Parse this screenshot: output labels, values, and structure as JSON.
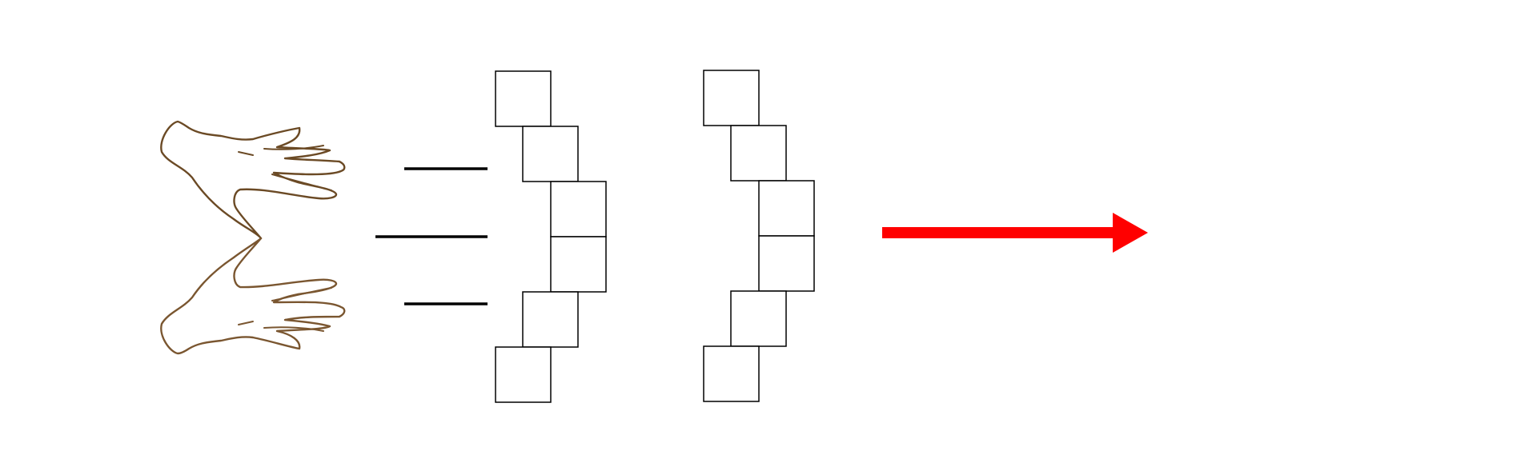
{
  "diagram": {
    "icons": [
      "hand-icon",
      "hand-icon"
    ],
    "colors": {
      "background": "#ffffff",
      "box_stroke": "#000000",
      "line_stroke": "#000000",
      "hand_stroke": "#6b4a25",
      "arrow": "#ff0000"
    },
    "stair_columns": [
      {
        "boxes": 6,
        "shape": "convex-right"
      },
      {
        "boxes": 6,
        "shape": "convex-right"
      }
    ],
    "pressure_lines": 3,
    "arrow_direction": "right"
  }
}
